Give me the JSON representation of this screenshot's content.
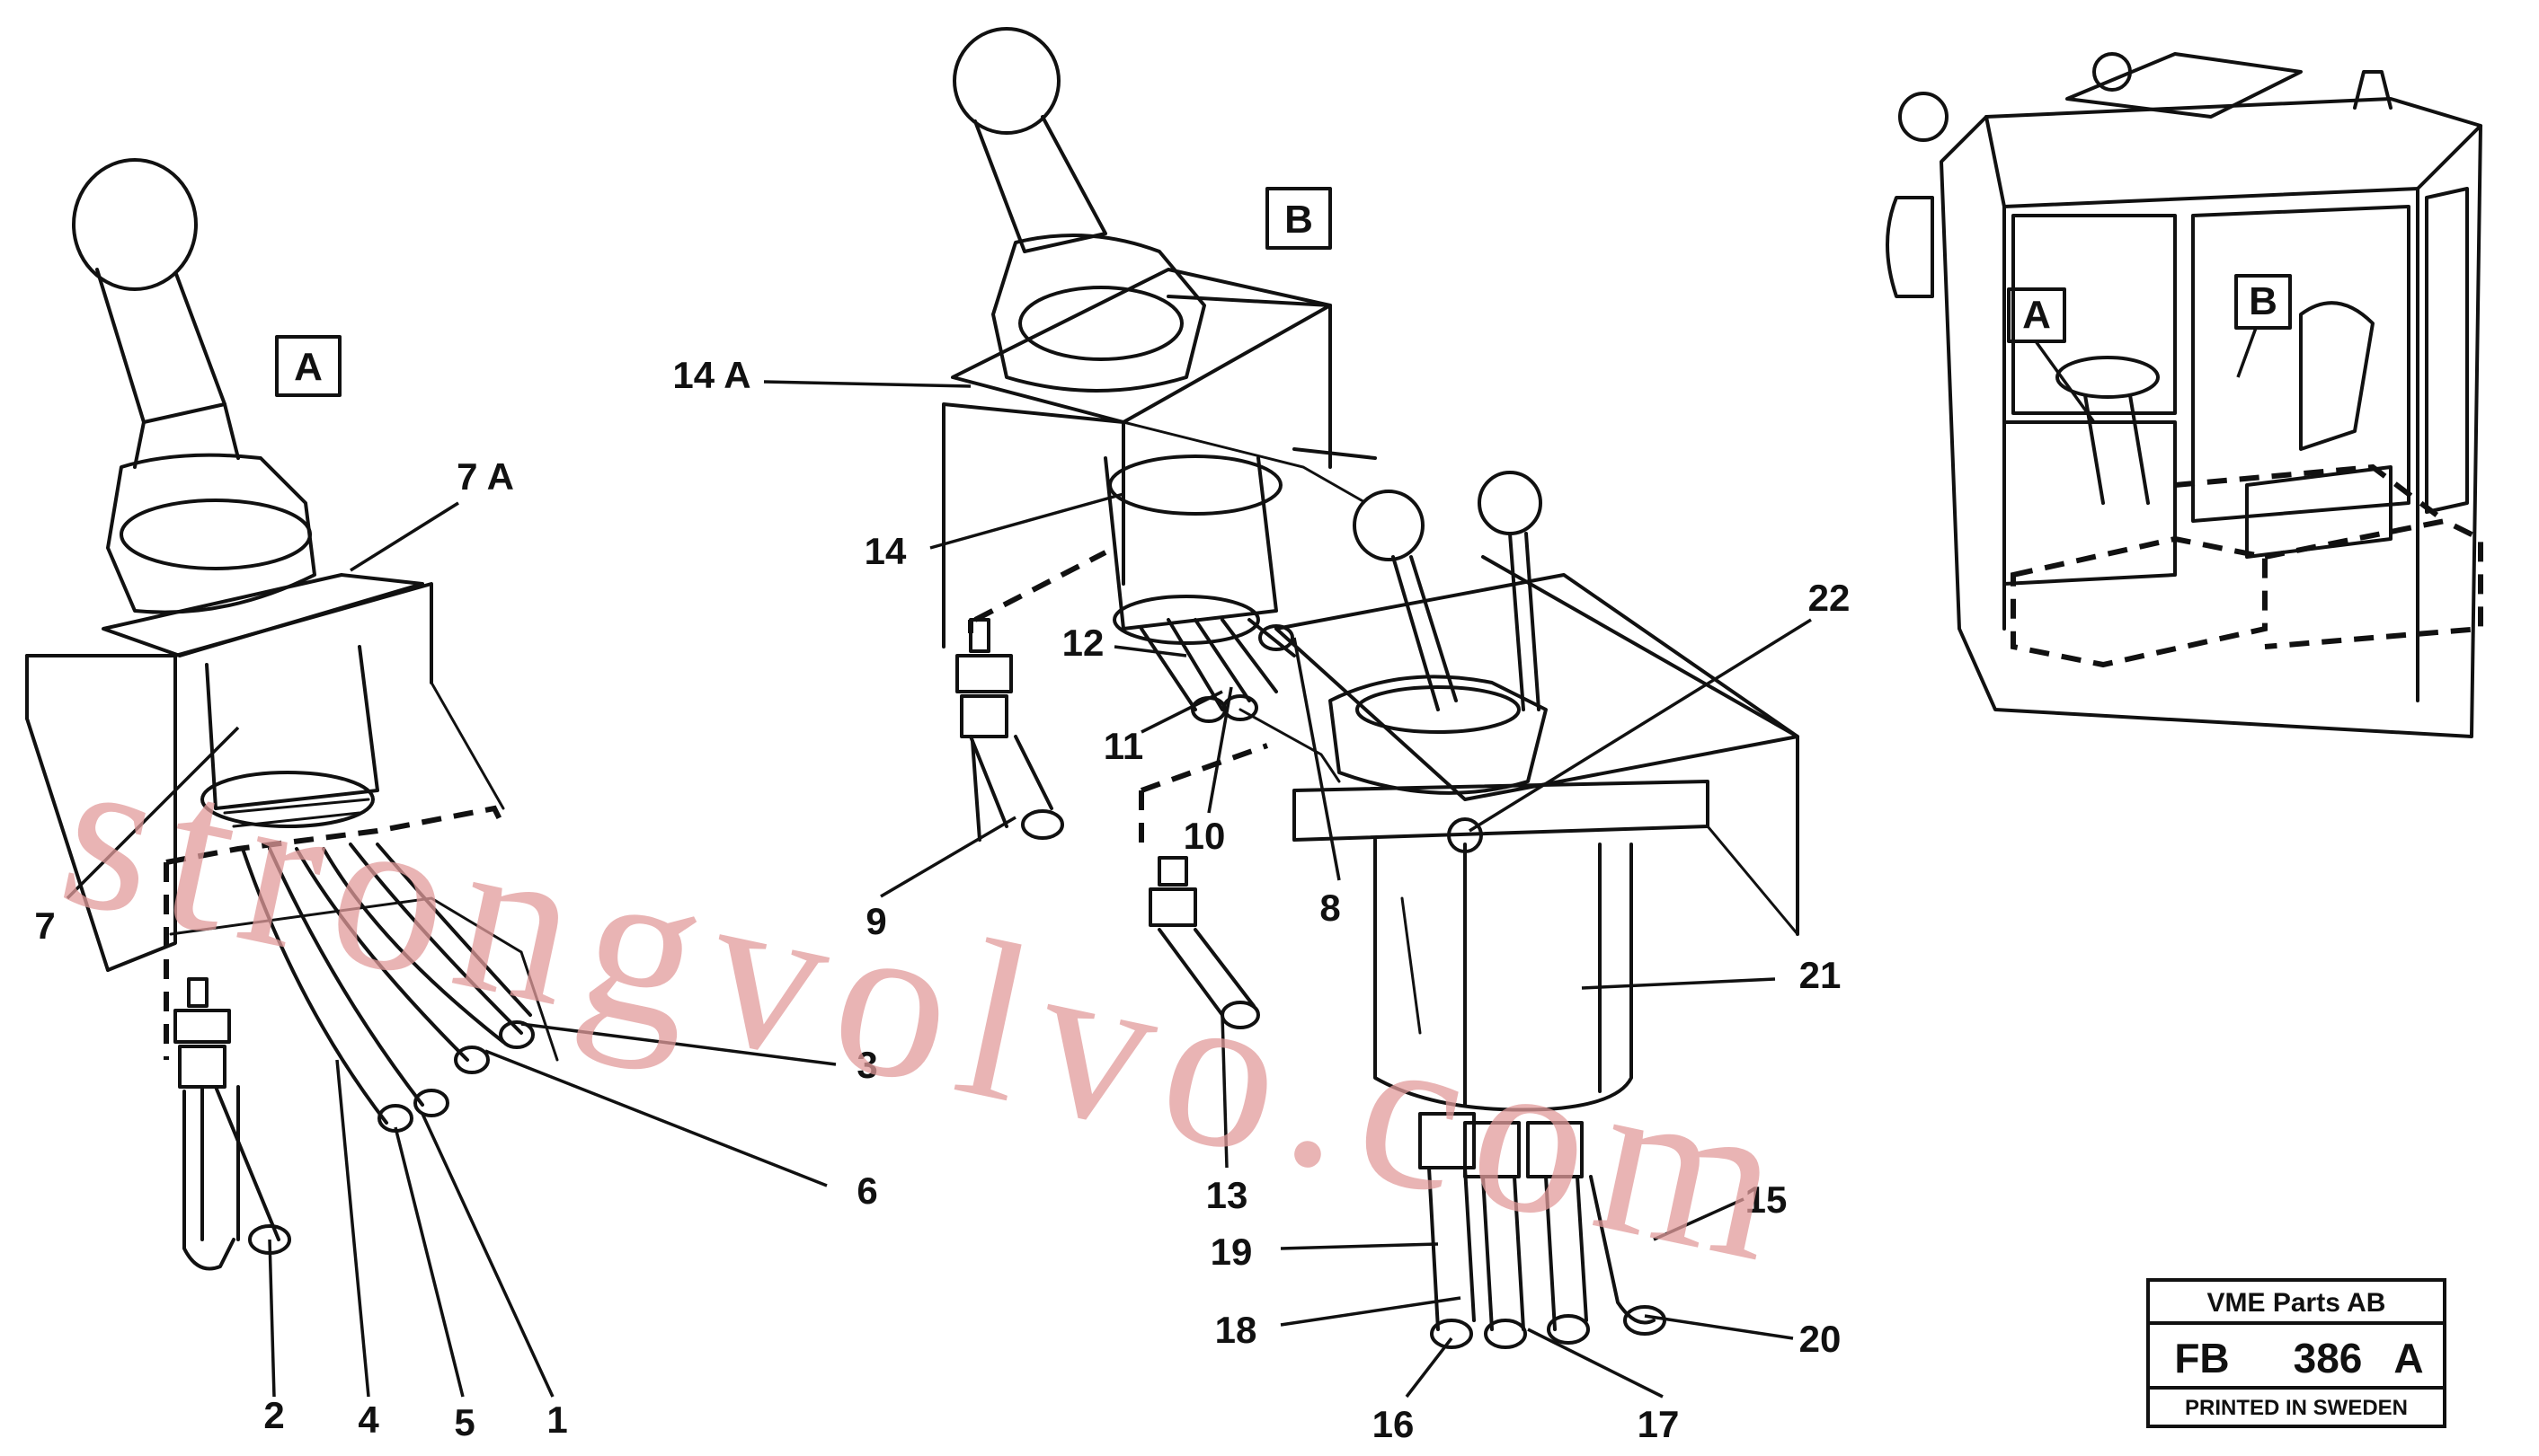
{
  "views": {
    "view_a_label": "A",
    "view_b_label": "B"
  },
  "cab": {
    "label_a": "A",
    "label_b": "B"
  },
  "callouts": {
    "c1": "1",
    "c2": "2",
    "c3": "3",
    "c4": "4",
    "c5": "5",
    "c6": "6",
    "c7": "7",
    "c7a": "7 A",
    "c8": "8",
    "c9": "9",
    "c10": "10",
    "c11": "11",
    "c12": "12",
    "c13": "13",
    "c14": "14",
    "c14a": "14 A",
    "c15": "15",
    "c16": "16",
    "c17": "17",
    "c18": "18",
    "c19": "19",
    "c20": "20",
    "c21": "21",
    "c22": "22"
  },
  "stamp": {
    "company": "VME Parts AB",
    "code_prefix": "FB",
    "code_number": "386",
    "code_suffix": "A",
    "footer": "PRINTED IN SWEDEN"
  },
  "watermark": "strongvolvo.com"
}
